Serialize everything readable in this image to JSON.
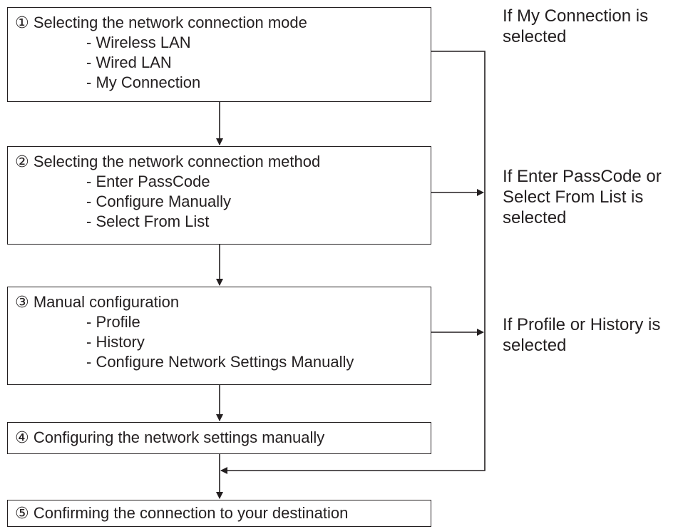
{
  "steps": [
    {
      "title": "① Selecting the network connection mode",
      "options": [
        "- Wireless LAN",
        "- Wired LAN",
        "- My Connection"
      ]
    },
    {
      "title": "② Selecting the network connection method",
      "options": [
        "- Enter PassCode",
        "- Configure Manually",
        "- Select From List"
      ]
    },
    {
      "title": "③ Manual configuration",
      "options": [
        "- Profile",
        "- History",
        "- Configure Network Settings Manually"
      ]
    },
    {
      "title": "④ Configuring the network settings manually",
      "options": []
    },
    {
      "title": "⑤ Confirming the connection to your destination",
      "options": []
    }
  ],
  "notes": {
    "my_connection": [
      "If My Connection is",
      "selected"
    ],
    "passcode_or_list": [
      "If Enter PassCode or",
      "Select From List is",
      "selected"
    ],
    "profile_or_history": [
      "If Profile or History is",
      "selected"
    ]
  },
  "colors": {
    "line": "#231f20",
    "text": "#231f20",
    "background": "#ffffff"
  }
}
